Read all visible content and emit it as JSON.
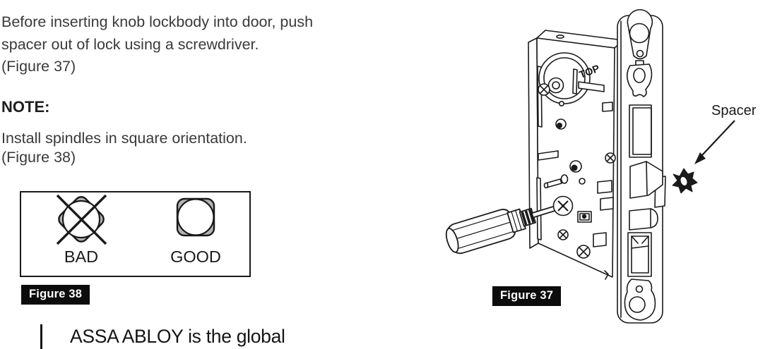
{
  "instructions": {
    "para1_lines": [
      "Before inserting knob lockbody into door, push",
      "spacer out of lock using a screwdriver.",
      "(Figure 37)"
    ],
    "note_heading": "NOTE:",
    "note_lines": [
      "Install spindles in square orientation.",
      "(Figure 38)"
    ]
  },
  "figure38": {
    "caption": "Figure 38",
    "bad_label": "BAD",
    "good_label": "GOOD"
  },
  "figure37": {
    "caption": "Figure 37",
    "top_marking": "TOP",
    "spacer_label": "Spacer"
  },
  "footer": {
    "tagline": "ASSA ABLOY is the global"
  },
  "colors": {
    "line_black": "#1a1a1a",
    "text_gray": "#3a3a3a",
    "icon_gray": "#b3b3b3",
    "caption_bg": "#0c0c0c"
  }
}
